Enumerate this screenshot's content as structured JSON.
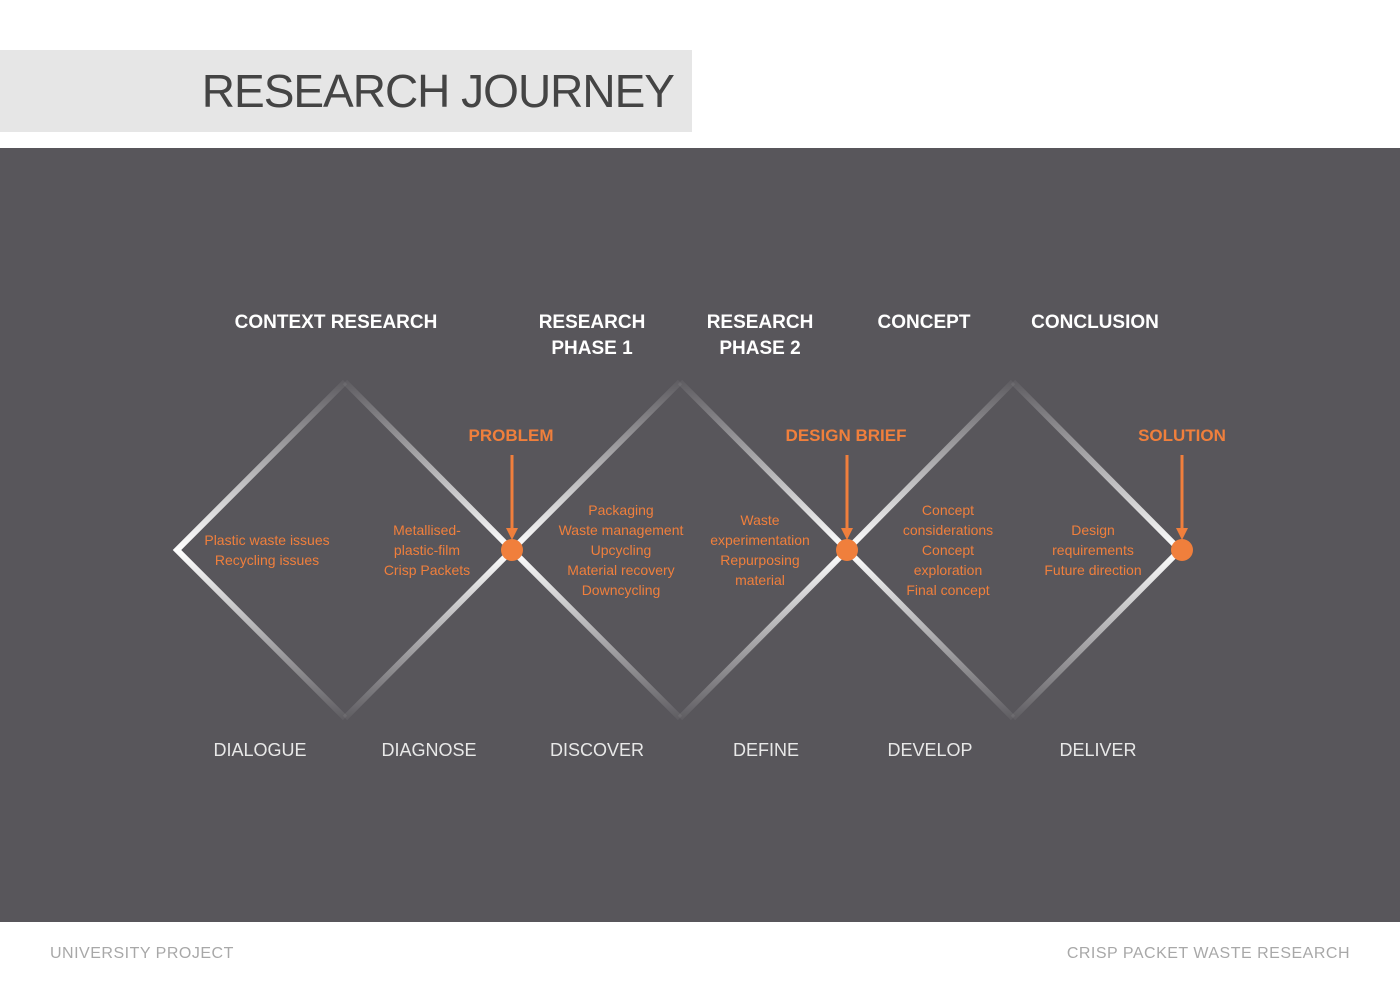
{
  "title": "RESEARCH JOURNEY",
  "stages": [
    "CONTEXT RESEARCH",
    "RESEARCH PHASE 1",
    "RESEARCH PHASE 2",
    "CONCEPT",
    "CONCLUSION"
  ],
  "milestones": [
    "PROBLEM",
    "DESIGN BRIEF",
    "SOLUTION"
  ],
  "notes": [
    [
      "Plastic waste issues",
      "Recycling issues"
    ],
    [
      "Metallised-",
      "plastic-film",
      "Crisp Packets"
    ],
    [
      "Packaging",
      "Waste management",
      "Upcycling",
      "Material recovery",
      "Downcycling"
    ],
    [
      "Waste",
      "experimentation",
      "Repurposing",
      "material"
    ],
    [
      "Concept",
      "considerations",
      "Concept",
      "exploration",
      "Final concept"
    ],
    [
      "Design",
      "requirements",
      "Future direction"
    ]
  ],
  "phases": [
    "DIALOGUE",
    "DIAGNOSE",
    "DISCOVER",
    "DEFINE",
    "DEVELOP",
    "DELIVER"
  ],
  "footer": {
    "left": "UNIVERSITY PROJECT",
    "right": "CRISP PACKET WASTE RESEARCH"
  },
  "colors": {
    "accent": "#f07f3c",
    "panel": "#58565b"
  }
}
